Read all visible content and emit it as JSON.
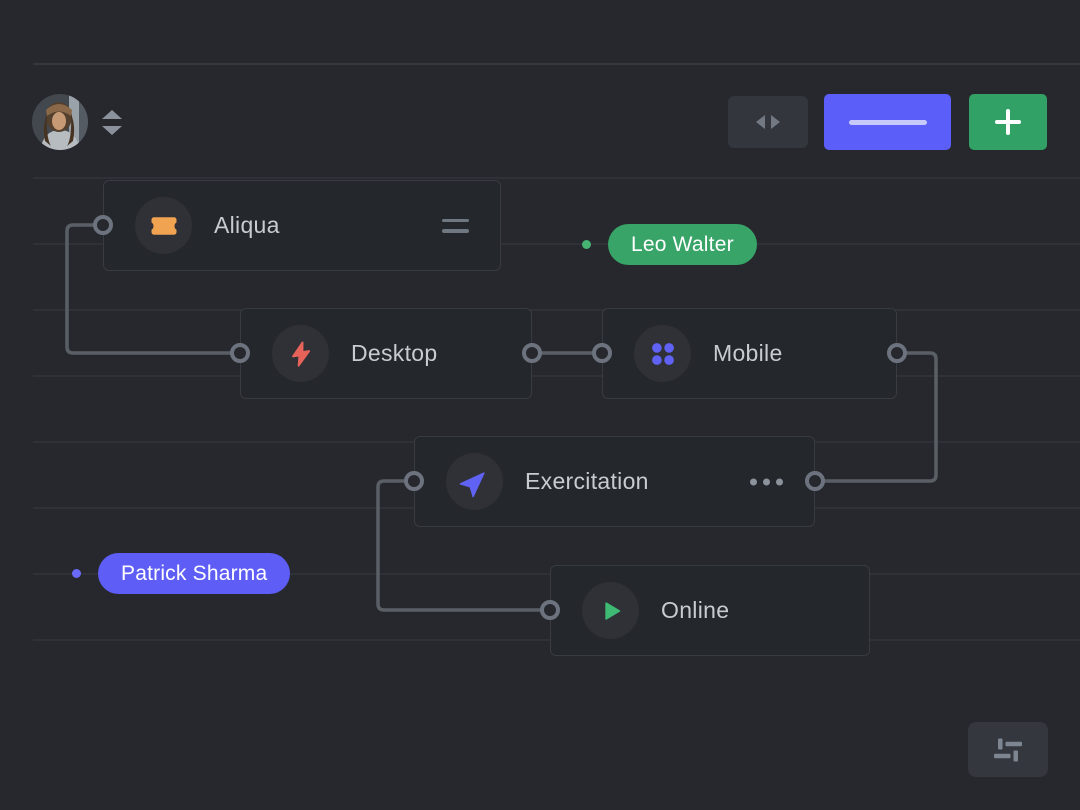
{
  "header": {
    "avatar": {
      "alt": "user-avatar"
    },
    "buttons": {
      "swap": {
        "icon": "swap-horizontal-icon",
        "bg": "#33363c"
      },
      "primary": {
        "icon": "minus-line-icon",
        "bg": "#5c5ef9"
      },
      "add": {
        "icon": "plus-icon",
        "bg": "#32a165"
      }
    }
  },
  "nodes": [
    {
      "id": "aliqua",
      "label": "Aliqua",
      "icon": "ticket-icon",
      "icon_color": "#f0a351",
      "menu": "drag-handle"
    },
    {
      "id": "desktop",
      "label": "Desktop",
      "icon": "lightning-icon",
      "icon_color": "#e6635a"
    },
    {
      "id": "mobile",
      "label": "Mobile",
      "icon": "dots-grid-icon",
      "icon_color": "#5f62f3"
    },
    {
      "id": "exercitation",
      "label": "Exercitation",
      "icon": "send-icon",
      "icon_color": "#5f62f3",
      "menu": "more-dots"
    },
    {
      "id": "online",
      "label": "Online",
      "icon": "play-icon",
      "icon_color": "#3eba74"
    }
  ],
  "connections": [
    {
      "from": "aliqua-left",
      "to": "desktop-left"
    },
    {
      "from": "desktop-right",
      "to": "mobile-left"
    },
    {
      "from": "mobile-right",
      "to": "exercitation-right"
    },
    {
      "from": "exercitation-left",
      "to": "online-left"
    }
  ],
  "badges": [
    {
      "label": "Leo Walter",
      "color": "#38a468",
      "dot_color": "#46b372"
    },
    {
      "label": "Patrick Sharma",
      "color": "#5e5ef6",
      "dot_color": "#6a6af7"
    }
  ],
  "footer": {
    "settings_icon": "sliders-icon"
  },
  "colors": {
    "canvas_bg": "#26282d",
    "node_bg": "#24272c",
    "node_border": "#383b41",
    "gridline": "#2e3137",
    "wire": "#5a5f66",
    "port_ring": "#6d737e",
    "label_text": "#c8ccd1",
    "accent_purple": "#5c5ef9",
    "accent_green": "#32a165",
    "icon_orange": "#f0a351",
    "icon_red": "#e6635a",
    "icon_blue": "#5f62f3",
    "icon_play_green": "#3eba74"
  }
}
